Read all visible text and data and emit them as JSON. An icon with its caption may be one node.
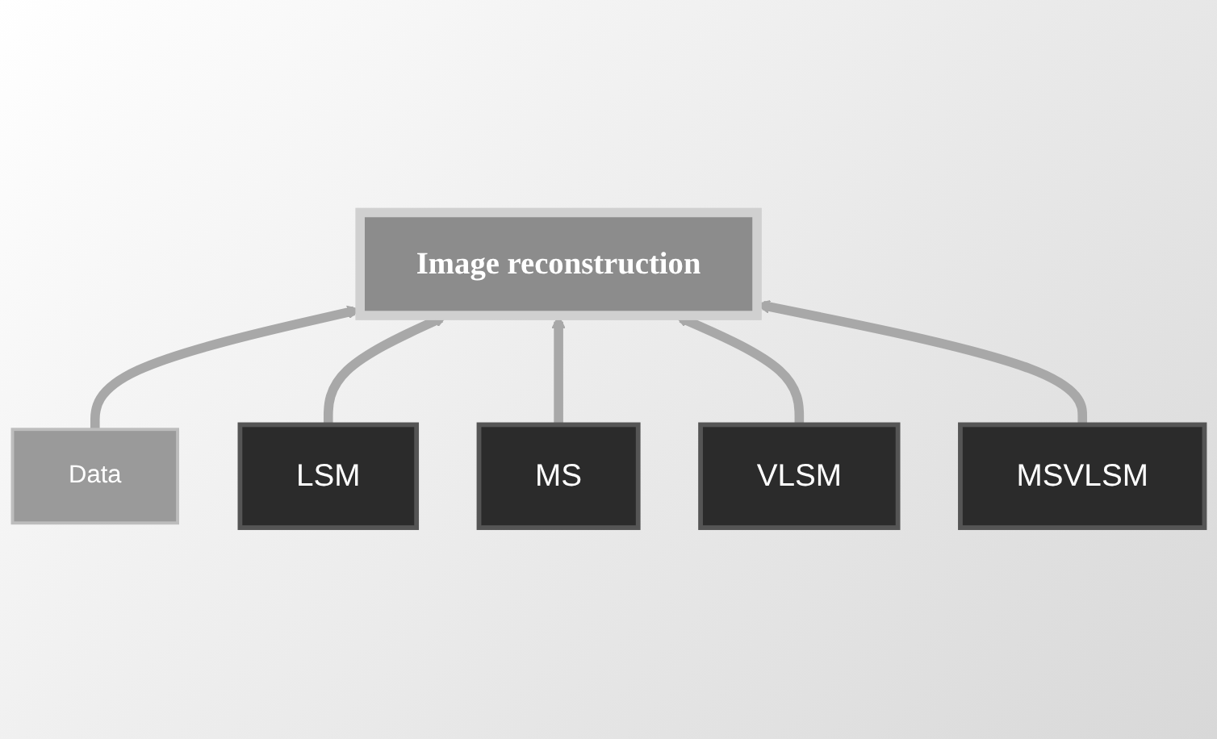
{
  "diagram": {
    "nodes": [
      {
        "text": [
          "Data"
        ]
      },
      {
        "text": [
          "Image reconstruction"
        ]
      },
      {
        "text": [
          "LSM"
        ]
      },
      {
        "text": [
          "MSVLSM"
        ]
      },
      {
        "text": [
          "MS"
        ]
      },
      {
        "text": [
          "VLSM"
        ]
      }
    ],
    "edges": [
      {
        "from": 0,
        "to": 1,
        "arrow": "to"
      },
      {
        "from": 2,
        "to": 1,
        "arrow": "to"
      },
      {
        "from": 4,
        "to": 1,
        "arrow": "to"
      },
      {
        "from": 5,
        "to": 1,
        "arrow": "to"
      },
      {
        "from": 3,
        "to": 1,
        "arrow": "to"
      }
    ]
  }
}
